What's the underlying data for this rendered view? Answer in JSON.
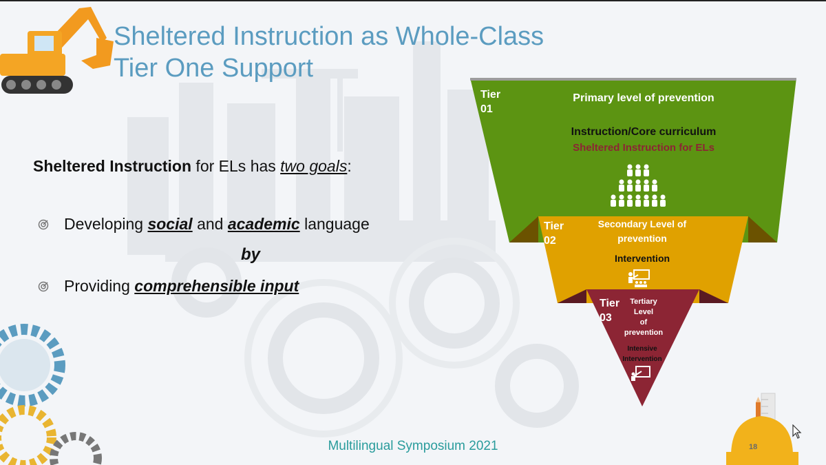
{
  "slide": {
    "title_line1": "Sheltered Instruction as Whole-Class",
    "title_line2": "Tier One Support",
    "goals": {
      "term": "Sheltered Instruction",
      "middle": " for ELs has ",
      "emphasis": "two goals",
      "end": ":"
    },
    "bullets": [
      {
        "pre": "Developing ",
        "b1": "social",
        "mid": " and ",
        "b2": "academic",
        "post": " language",
        "icon": "target-icon"
      },
      {
        "pre": "Providing ",
        "b1": "comprehensible input",
        "icon": "target-icon"
      }
    ],
    "connector": "by",
    "footer": "Multilingual Symposium 2021",
    "page_number": "18"
  },
  "pyramid": {
    "tier1": {
      "tier_word": "Tier",
      "tier_num": "01",
      "heading": "Primary level of prevention",
      "line1": "Instruction/Core curriculum",
      "line2": "Sheltered Instruction for ELs",
      "color": "#5c9412",
      "icon": "group-people-icon"
    },
    "tier2": {
      "tier_word": "Tier",
      "tier_num": "02",
      "heading_line1": "Secondary Level of",
      "heading_line2": "prevention",
      "line1": "Intervention",
      "color": "#e0a100",
      "icon": "presentation-icon"
    },
    "tier3": {
      "tier_word": "Tier",
      "tier_num": "03",
      "heading_line1": "Tertiary",
      "heading_line2": "Level",
      "heading_line3": "of",
      "heading_line4": "prevention",
      "line1": "Intensive",
      "line2": "Intervention",
      "color": "#8c2534",
      "icon": "whiteboard-icon"
    }
  }
}
